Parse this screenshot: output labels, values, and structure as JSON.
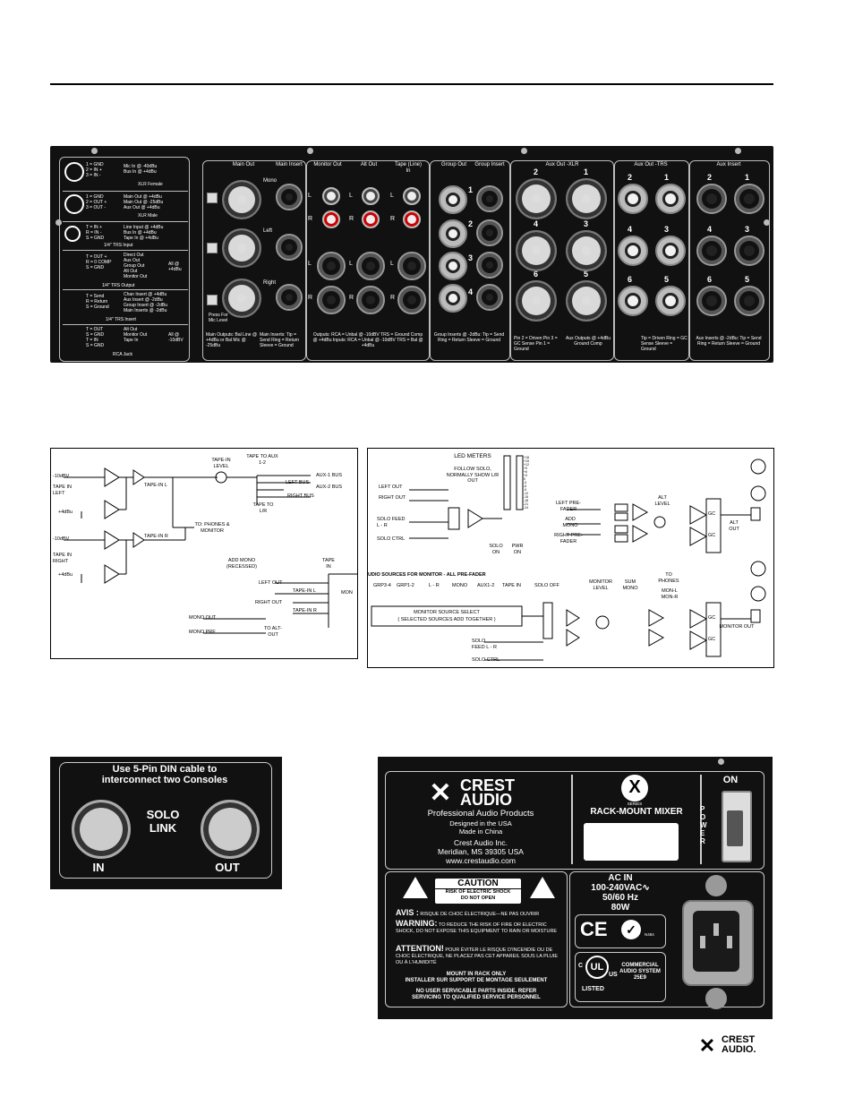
{
  "rear_panel": {
    "legend": [
      {
        "pins": [
          "1 = GND",
          "2 = IN +",
          "3 = IN -"
        ],
        "desc": [
          "Mic In @ -40dBu",
          "Bus In @ +4dBu"
        ],
        "caption": "XLR Female"
      },
      {
        "pins": [
          "1 = GND",
          "2 = OUT +",
          "3 = OUT -"
        ],
        "desc": [
          "Main Out @ +4dBu",
          "Main Out @ -25dBu",
          "Aux Out @ +4dBu"
        ],
        "caption": "XLR Male"
      },
      {
        "pins": [
          "T = IN +",
          "R = IN -",
          "S = GND"
        ],
        "desc": [
          "Line Input @ +4dBu",
          "Bus In @ +4dBu",
          "Tape In @ +4dBu"
        ],
        "caption": "1/4\" TRS Input"
      },
      {
        "pins": [
          "T = OUT +",
          "R = 0 COMP",
          "S = GND"
        ],
        "desc": [
          "Direct Out",
          "Aux Out",
          "Group Out",
          "Alt Out",
          "Monitor Out"
        ],
        "side": "All @ +4dBu",
        "caption": "1/4\" TRS Output"
      },
      {
        "pins": [
          "T = Send",
          "R = Return",
          "S = Ground"
        ],
        "desc": [
          "Chan Insert @ +4dBu",
          "Aux Insert @ -2dBu",
          "Group Insert @ -2dBu",
          "Main Inserts @ -2dBu"
        ],
        "caption": "1/4\" TRS Insert"
      },
      {
        "pins": [
          "T = OUT",
          "S = GND",
          "T = IN",
          "S = GND"
        ],
        "desc": [
          "Alt Out",
          "Monitor Out",
          "Tape In"
        ],
        "side": "All @ -10dBV",
        "caption": "RCA Jack"
      }
    ],
    "main": {
      "main_out_label": "Main Out",
      "main_insert_label": "Main Insert",
      "mono_label": "Mono",
      "left_label": "Left",
      "right_label": "Right",
      "press_label": "Press For Mic Level",
      "footer_left": "Main Outputs: Bal Line @ +4dBu or Bal Mic @ -25dBu",
      "footer_right": "Main Inserts: Tip = Send Ring = Return Sleeve = Ground"
    },
    "monitor_out_label": "Monitor Out",
    "alt_out_label": "Alt Out",
    "tape_in_label": "Tape (Line) In",
    "lr_left": "L",
    "lr_right": "R",
    "rca_footer": "Outputs: RCA = Unbal @ -10dBV TRS = Ground Comp @ +4dBu Inputs: RCA = Unbal @ -10dBV TRS = Bal @ +4dBu",
    "group_out_label": "Group Out",
    "group_insert_label": "Group Insert",
    "group_numbers": [
      "1",
      "2",
      "3",
      "4"
    ],
    "group_footer": "Group Inserts @ -2dBu: Tip = Send Ring = Return Sleeve = Ground",
    "aux_xlr_label": "Aux Out -XLR",
    "aux_xlr_numbers": [
      "2",
      "1",
      "4",
      "3",
      "6",
      "5"
    ],
    "aux_xlr_footer_left": "Pin 2 = Driven Pin 3 = GC Sense Pin 1 = Ground",
    "aux_xlr_footer_right": "Aux Outputs @ +4dBu Ground Comp",
    "aux_trs_label": "Aux Out -TRS",
    "aux_trs_numbers": [
      "2",
      "1",
      "4",
      "3",
      "6",
      "5"
    ],
    "aux_trs_footer": "Tip = Driven Ring = GC Sense Sleeve = Ground",
    "aux_insert_label": "Aux Insert",
    "aux_insert_numbers": [
      "2",
      "1",
      "4",
      "3",
      "6",
      "5"
    ],
    "aux_insert_footer": "Aux Inserts @ -2dBu: Tip = Send Ring = Return Sleeve = Ground"
  },
  "tape_diagram": {
    "labels": [
      "-10dBV",
      "TAPE IN LEFT",
      "+4dBu",
      "-10dBV",
      "TAPE IN RIGHT",
      "+4dBu",
      "TAPE-IN L",
      "TAPE-IN R",
      "TAPE-IN LEVEL",
      "TAPE TO AUX 1-2",
      "AUX-1 BUS",
      "AUX-2 BUS",
      "LEFT BUS",
      "RIGHT BUS",
      "TAPE TO L/R",
      "TO: PHONES & MONITOR",
      "ADD MONO (RECESSED)",
      "TAPE IN",
      "LEFT OUT",
      "TAPE-IN L",
      "RIGHT OUT",
      "TAPE-IN R",
      "MONO OUT",
      "MONO PRE",
      "TO ALT-OUT",
      "MON"
    ]
  },
  "monitor_diagram": {
    "labels": [
      "LED METERS",
      "FOLLOW SOLO, NORMALLY SHOW L/R OUT",
      "LEFT OUT",
      "RIGHT OUT",
      "SOLO FEED L - R",
      "SOLO CTRL",
      "SOLO ON",
      "PWR ON",
      "LEFT PRE-FADER",
      "ADD MONO",
      "RIGHT PRE-FADER",
      "ALT LEVEL",
      "GC",
      "GC",
      "ALT OUT",
      "UDIO SOURCES FOR MONITOR - ALL PRE-FADER",
      "GRP3-4",
      "GRP1-2",
      "L - R",
      "MONO",
      "AUX1-2",
      "TAPE IN",
      "SOLO OFF",
      "MONITOR LEVEL",
      "SUM MONO",
      "TO PHONES",
      "MON-L MON-R",
      "MONITOR SOURCE SELECT",
      "( SELECTED SOURCES ADD TOGETHER )",
      "SOLO FEED L - R",
      "SOLO CTRL",
      "GC",
      "GC",
      "MONITOR OUT"
    ],
    "meter_scale": [
      "+18",
      "+15",
      "+12",
      "+9",
      "+6",
      "+3",
      "0",
      "-3",
      "-6",
      "-9",
      "-12",
      "-15",
      "-18",
      "-21",
      "-24"
    ]
  },
  "solo_link": {
    "title_line1": "Use 5-Pin DIN cable to",
    "title_line2": "interconnect two Consoles",
    "center_label_1": "SOLO",
    "center_label_2": "LINK",
    "in_label": "IN",
    "out_label": "OUT"
  },
  "power_panel": {
    "brand_line1": "CREST",
    "brand_line2": "AUDIO",
    "tagline": "Professional Audio Products",
    "designed": "Designed in the USA",
    "made": "Made in China",
    "company": "Crest Audio Inc.",
    "city": "Meridian, MS 39305 USA",
    "web": "www.crestaudio.com",
    "series_mark": "X",
    "series_word": "SERIES",
    "product": "RACK-MOUNT MIXER",
    "on_label": "ON",
    "power_label": "POWER",
    "caution_title": "CAUTION",
    "caution_line1": "RISK OF ELECTRIC SHOCK",
    "caution_line2": "DO NOT OPEN",
    "avis_head": "AVIS :",
    "avis_text": "RISQUE DE CHOC ÉLECTRIQUE—NE PAS OUVRIR",
    "warning_head": "WARNING:",
    "warning_text": "TO REDUCE THE RISK OF FIRE OR ELECTRIC SHOCK, DO NOT EXPOSE THIS EQUIPMENT TO RAIN OR MOISTURE",
    "attention_head": "ATTENTION!",
    "attention_text": "POUR ÉVITER LE RISQUE D'INCENDIE OU DE CHOC ÉLECTRIQUE, NE PLACEZ PAS CET APPAREIL SOUS LA PLUIE OU À L'HUMIDITÉ",
    "mount_line1": "MOUNT IN RACK ONLY",
    "mount_line2": "INSTALLER SUR SUPPORT DE MONTAGE SEULEMENT",
    "service_line1": "NO USER SERVICABLE PARTS INSIDE. REFER",
    "service_line2": "SERVICING TO QUALIFIED SERVICE PERSONNEL",
    "ac_line1": "AC IN",
    "ac_line2": "100-240VAC∿",
    "ac_line3": "50/60 Hz",
    "ac_line4": "80W",
    "ce": "CE",
    "ctick_code": "N484",
    "ul_c": "C",
    "ul_us": "US",
    "ul_listed": "LISTED",
    "commercial": "COMMERCIAL AUDIO SYSTEM 25E9"
  },
  "footer_logo": {
    "line1": "CREST",
    "line2": "AUDIO."
  }
}
